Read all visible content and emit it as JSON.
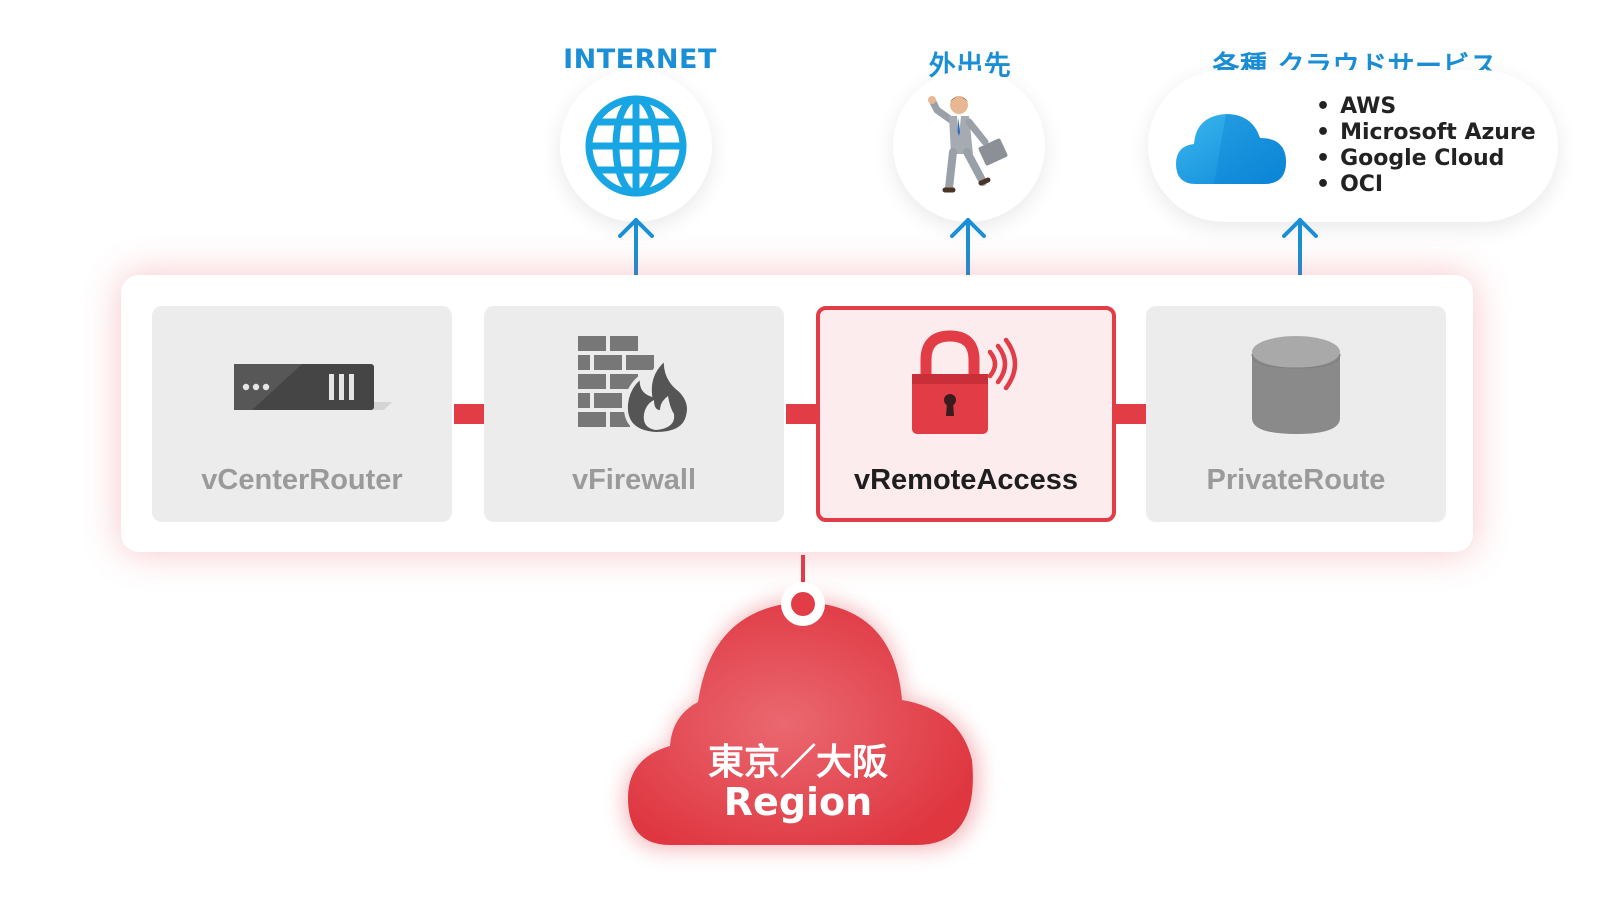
{
  "top_nodes": {
    "internet": {
      "label": "INTERNET",
      "icon": "globe-icon"
    },
    "outside": {
      "label": "外出先",
      "icon": "businessman-icon"
    },
    "cloud_services": {
      "label": "各種 クラウドサービス",
      "icon": "cloud-icon",
      "items": [
        "AWS",
        "Microsoft Azure",
        "Google Cloud",
        "OCI"
      ]
    }
  },
  "services": [
    {
      "label": "vCenterRouter",
      "icon": "router-icon",
      "active": false
    },
    {
      "label": "vFirewall",
      "icon": "firewall-icon",
      "active": false
    },
    {
      "label": "vRemoteAccess",
      "icon": "lock-wireless-icon",
      "active": true
    },
    {
      "label": "PrivateRoute",
      "icon": "database-cylinder-icon",
      "active": false
    }
  ],
  "region": {
    "line1": "東京／大阪",
    "line2": "Region",
    "icon": "cloud-icon"
  },
  "colors": {
    "accent_blue": "#1a8fd6",
    "accent_red": "#e23c46",
    "card_gray": "#ececec",
    "card_active_bg": "#fdecee",
    "label_gray": "#9a9a9a"
  }
}
